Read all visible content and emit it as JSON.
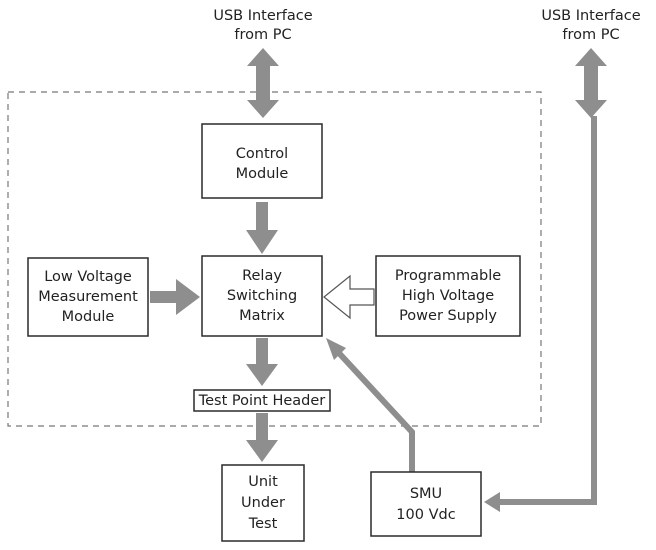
{
  "usb_left": {
    "line1": "USB Interface",
    "line2": "from PC"
  },
  "usb_right": {
    "line1": "USB Interface",
    "line2": "from PC"
  },
  "control_module": {
    "line1": "Control",
    "line2": "Module"
  },
  "relay_matrix": {
    "line1": "Relay",
    "line2": "Switching",
    "line3": "Matrix"
  },
  "low_voltage": {
    "line1": "Low Voltage",
    "line2": "Measurement",
    "line3": "Module"
  },
  "high_voltage": {
    "line1": "Programmable",
    "line2": "High Voltage",
    "line3": "Power Supply"
  },
  "test_point_header": {
    "label": "Test Point Header"
  },
  "unit_under_test": {
    "line1": "Unit",
    "line2": "Under",
    "line3": "Test"
  },
  "smu": {
    "line1": "SMU",
    "line2": "100 Vdc"
  },
  "colors": {
    "arrow": "#8e8e8e",
    "box_stroke": "#2a2a2a"
  }
}
